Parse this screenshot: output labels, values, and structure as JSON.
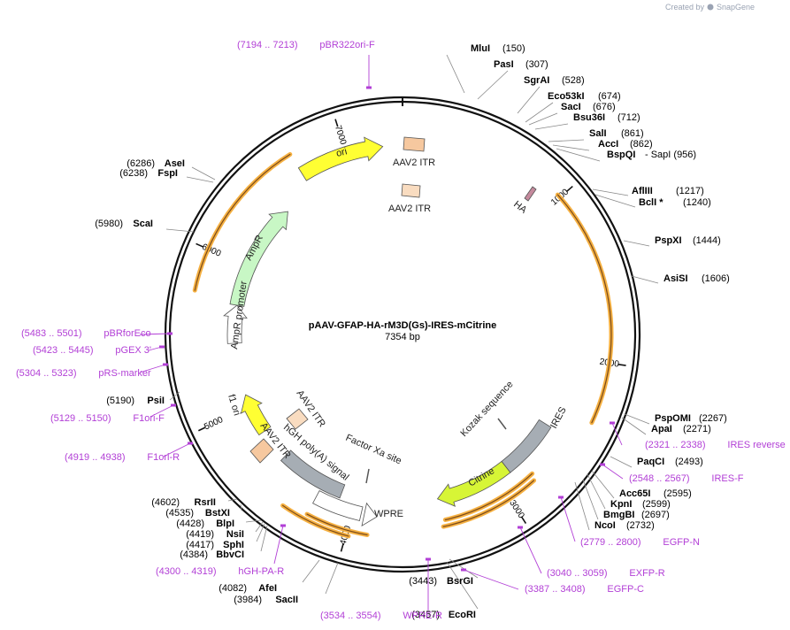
{
  "credit": {
    "prefix": "Created by",
    "brand": "SnapGene"
  },
  "plasmid": {
    "name": "pAAV-GFAP-HA-rM3D(Gs)-IRES-mCitrine",
    "length": "7354 bp"
  },
  "ticks": [
    "1000",
    "2000",
    "3000",
    "4000",
    "5000",
    "6000",
    "7000"
  ],
  "colors": {
    "primer": "#b23fd6",
    "yellow": "#ffff33",
    "orange": "#f5b041",
    "gray": "#a6adb4",
    "ampr": "#c8f7c5",
    "itr": "#f6c89f",
    "citrine": "#d7f536",
    "ha": "#c58a9d"
  },
  "features": {
    "ori": "ori",
    "itr_top_a": "AAV2 ITR",
    "itr_top_b": "AAV2 ITR",
    "ha": "HA",
    "ampr": "AmpR",
    "ampr_promoter": "AmpR promoter",
    "f1ori": "f1 ori",
    "itr_bot_a": "AAV2 ITR",
    "itr_bot_b": "AAV2 ITR",
    "hgh": "hGH poly(A) signal",
    "factor_xa": "Factor Xa site",
    "wpre": "WPRE",
    "citrine": "Citrine",
    "ires": "IRES",
    "kozak": "Kozak sequence"
  },
  "sites": [
    {
      "name": "MluI",
      "pos": "(150)"
    },
    {
      "name": "PasI",
      "pos": "(307)"
    },
    {
      "name": "SgrAI",
      "pos": "(528)"
    },
    {
      "name": "Eco53kI",
      "pos": "(674)"
    },
    {
      "name": "SacI",
      "pos": "(676)"
    },
    {
      "name": "Bsu36I",
      "pos": "(712)"
    },
    {
      "name": "SalI",
      "pos": "(861)"
    },
    {
      "name": "AccI",
      "pos": "(862)"
    },
    {
      "name": "BspQI",
      "pos": "- SapI   (956)"
    },
    {
      "name": "AflIII",
      "pos": "(1217)"
    },
    {
      "name": "BclI *",
      "pos": "(1240)"
    },
    {
      "name": "PspXI",
      "pos": "(1444)"
    },
    {
      "name": "AsiSI",
      "pos": "(1606)"
    },
    {
      "name": "PspOMI",
      "pos": "(2267)"
    },
    {
      "name": "ApaI",
      "pos": "(2271)"
    },
    {
      "name": "PaqCI",
      "pos": "(2493)"
    },
    {
      "name": "Acc65I",
      "pos": "(2595)"
    },
    {
      "name": "KpnI",
      "pos": "(2599)"
    },
    {
      "name": "BmgBI",
      "pos": "(2697)"
    },
    {
      "name": "NcoI",
      "pos": "(2732)"
    },
    {
      "name": "BsrGI",
      "pos": "(3443)"
    },
    {
      "name": "EcoRI",
      "pos": "(3457)"
    },
    {
      "name": "SacII",
      "pos": "(3984)"
    },
    {
      "name": "AfeI",
      "pos": "(4082)"
    },
    {
      "name": "BbvCI",
      "pos": "(4384)"
    },
    {
      "name": "SphI",
      "pos": "(4417)"
    },
    {
      "name": "NsiI",
      "pos": "(4419)"
    },
    {
      "name": "BlpI",
      "pos": "(4428)"
    },
    {
      "name": "BstXI",
      "pos": "(4535)"
    },
    {
      "name": "RsrII",
      "pos": "(4602)"
    },
    {
      "name": "PsiI",
      "pos": "(5190)"
    },
    {
      "name": "ScaI",
      "pos": "(5980)"
    },
    {
      "name": "FspI",
      "pos": "(6238)"
    },
    {
      "name": "AseI",
      "pos": "(6286)"
    }
  ],
  "primers": [
    {
      "name": "pBR322ori-F",
      "range": "(7194 .. 7213)"
    },
    {
      "name": "IRES reverse",
      "range": "(2321 .. 2338)"
    },
    {
      "name": "IRES-F",
      "range": "(2548 .. 2567)"
    },
    {
      "name": "EGFP-N",
      "range": "(2779 .. 2800)"
    },
    {
      "name": "EXFP-R",
      "range": "(3040 .. 3059)"
    },
    {
      "name": "EGFP-C",
      "range": "(3387 .. 3408)"
    },
    {
      "name": "WPRE-R",
      "range": "(3534 .. 3554)"
    },
    {
      "name": "hGH-PA-R",
      "range": "(4300 .. 4319)"
    },
    {
      "name": "F1ori-R",
      "range": "(4919 .. 4938)"
    },
    {
      "name": "F1ori-F",
      "range": "(5129 .. 5150)"
    },
    {
      "name": "pRS-marker",
      "range": "(5304 .. 5323)"
    },
    {
      "name": "pGEX 3'",
      "range": "(5423 .. 5445)"
    },
    {
      "name": "pBRforEco",
      "range": "(5483 .. 5501)"
    }
  ]
}
